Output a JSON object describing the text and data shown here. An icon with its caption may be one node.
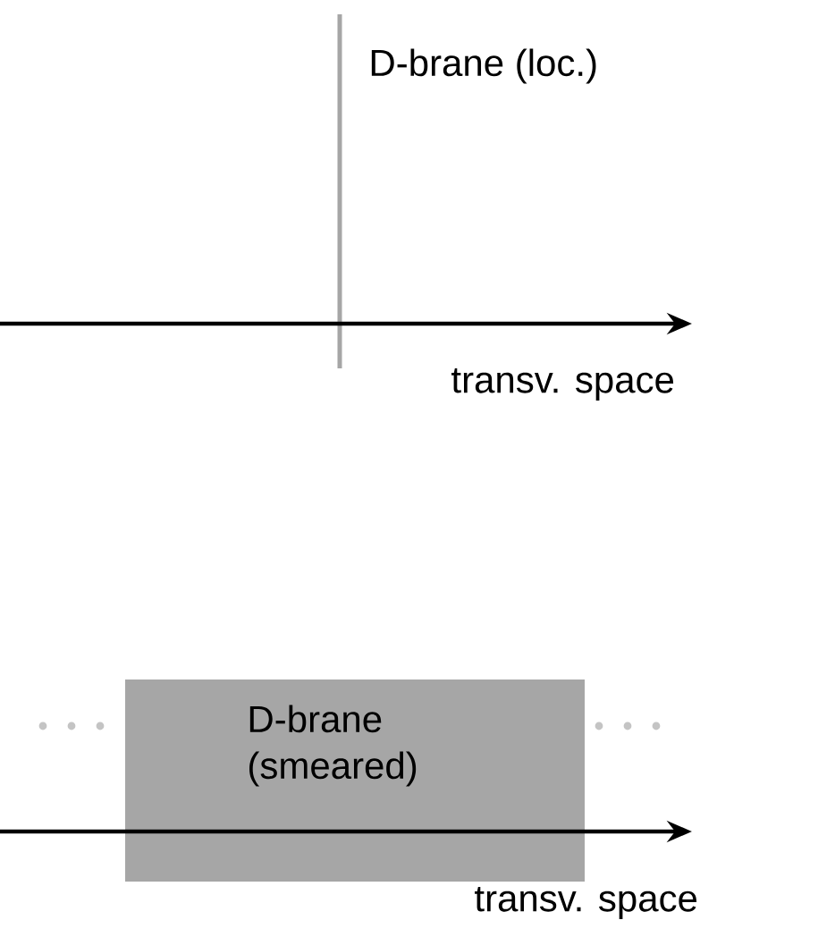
{
  "diagram": {
    "nodes": [
      {
        "text": [
          "D-brane (smeared)"
        ]
      }
    ],
    "labels": [
      "D-brane (loc.)",
      "transv. space",
      "transv. space"
    ]
  }
}
